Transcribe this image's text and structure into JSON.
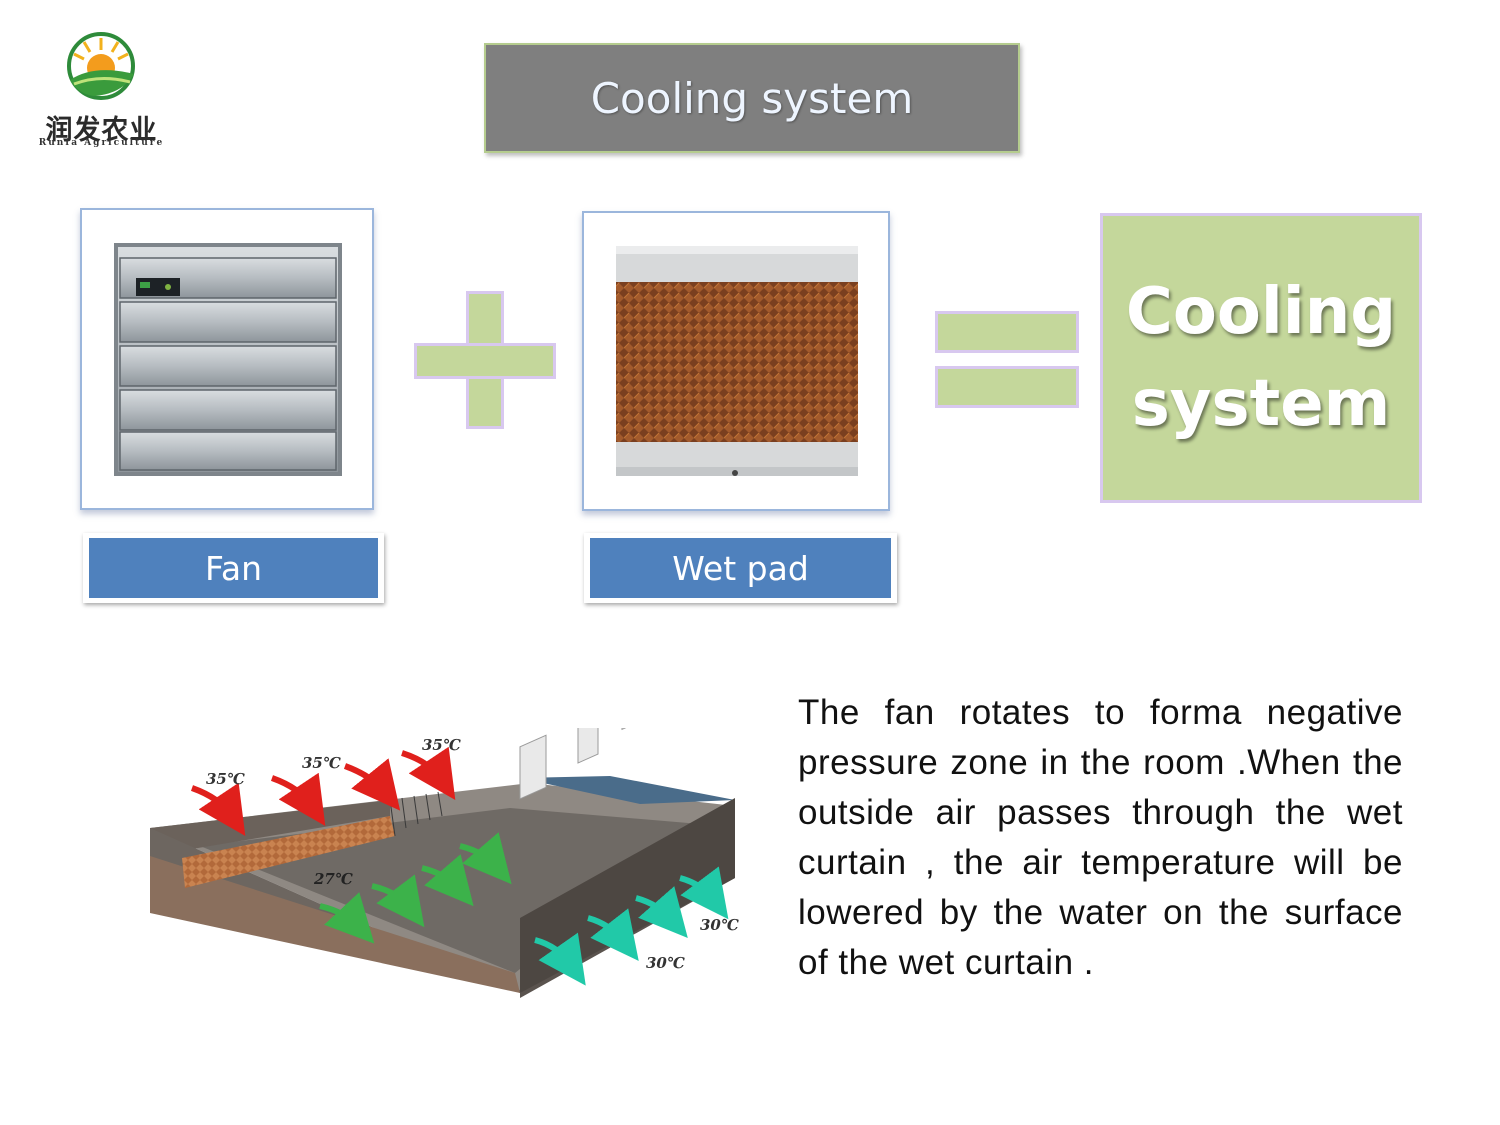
{
  "logo": {
    "name_cn": "润发农业",
    "name_en": "Runfa Agriculture"
  },
  "title": "Cooling system",
  "fan": {
    "label": "Fan"
  },
  "wet_pad": {
    "label": "Wet pad"
  },
  "result": {
    "line1": "Cooling",
    "line2": "system"
  },
  "diagram": {
    "temps_outside": [
      "35℃",
      "35℃",
      "35℃"
    ],
    "temp_inside": "27℃",
    "temps_exhaust": [
      "30℃",
      "30℃"
    ]
  },
  "description": "The fan rotates to forma  negative pressure zone in the  room .When the outside air  passes through the wet curtain , the air temperature will be  lowered by the water on the surface of the wet curtain .",
  "colors": {
    "banner_gray": "#7f7f7f",
    "label_blue": "#4f81bd",
    "symbol_green": "#c4d79b",
    "symbol_border": "#d8c8ef",
    "warm_arrow": "#e0201c",
    "cool_arrow": "#21c9a8",
    "green_arrow": "#3cb24a"
  }
}
